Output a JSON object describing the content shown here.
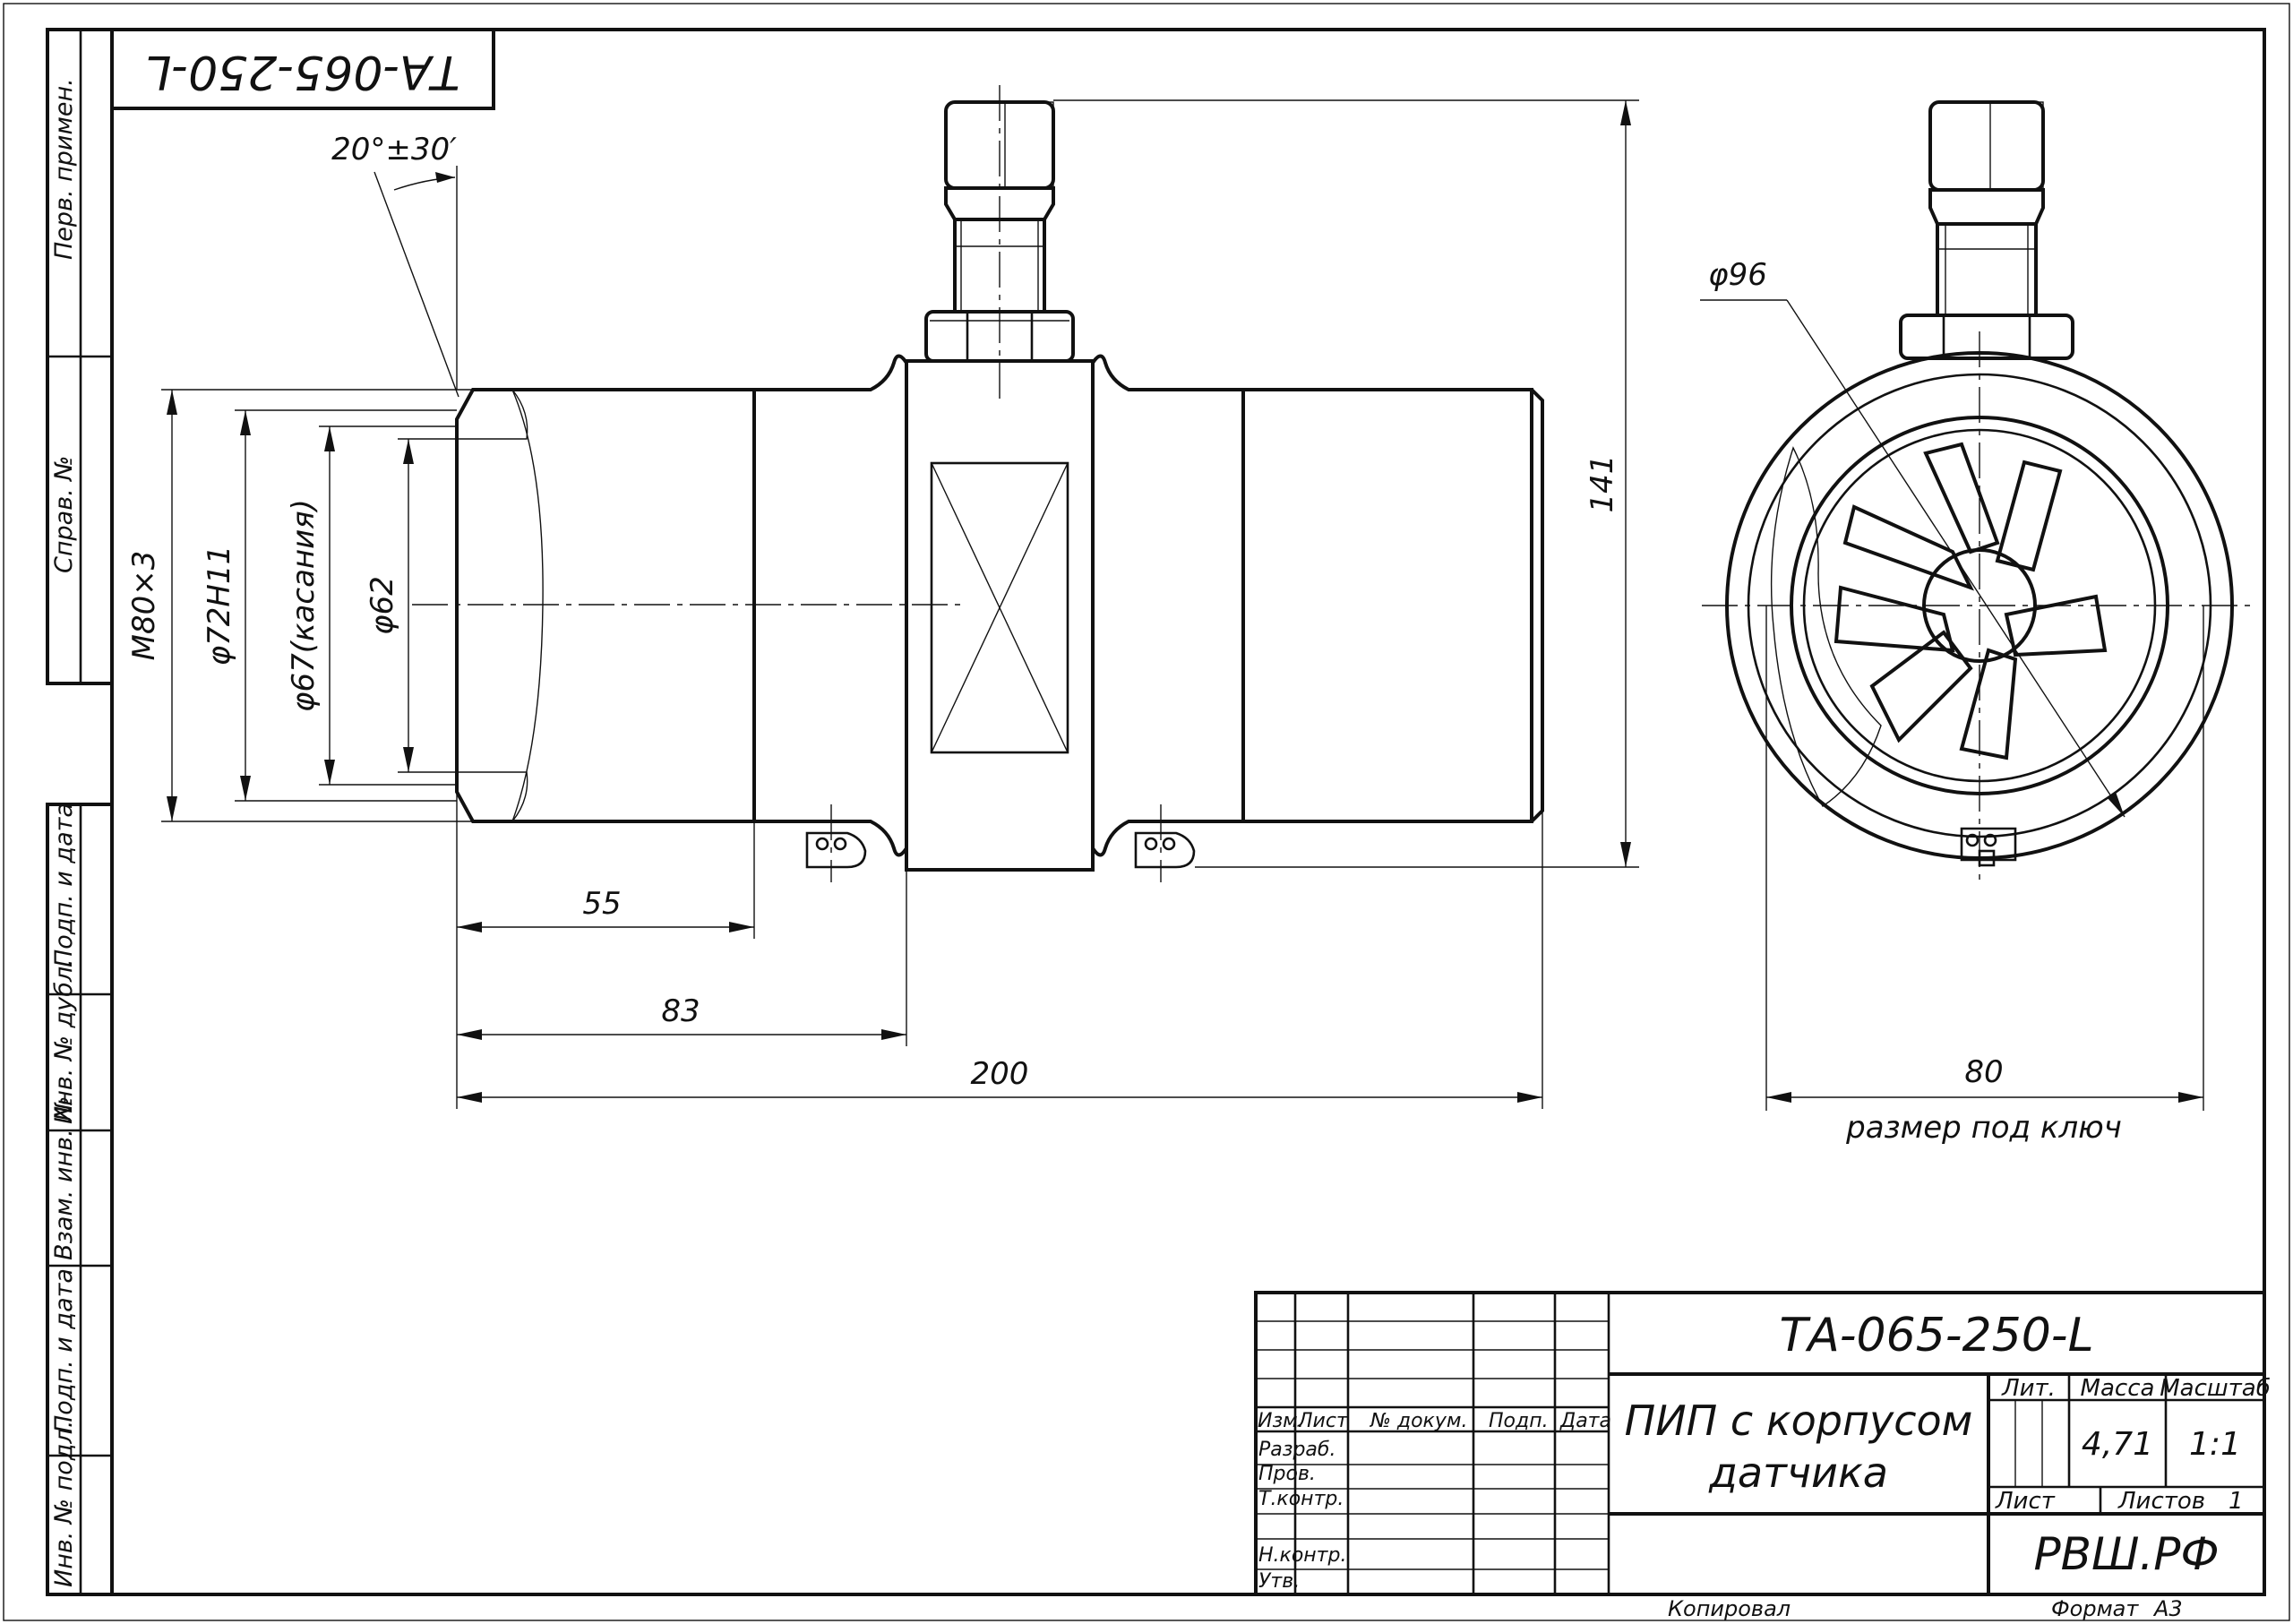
{
  "drawing": {
    "designation": "ТА-065-250-L",
    "rotated_designation": "ТА-065-250-L",
    "title_line1": "ПИП с корпусом",
    "title_line2": "датчика",
    "company": "РВШ.РФ",
    "mass": "4,71",
    "scale": "1:1",
    "sheets_count": "1",
    "copied_label": "Копировал",
    "format_label": "Формат",
    "format_value": "А3"
  },
  "title_block_headers": {
    "lit": "Лит.",
    "mass": "Масса",
    "scale": "Масштаб",
    "sheet": "Лист",
    "sheets": "Листов"
  },
  "revision_columns": [
    "Изм.",
    "Лист",
    "№ докум.",
    "Подп.",
    "Дата"
  ],
  "signature_rows": [
    "Разраб.",
    "Пров.",
    "Т.контр.",
    "",
    "Н.контр.",
    "Утв."
  ],
  "side_stamp": [
    "Перв. примен.",
    "Справ. №",
    "Подп. и дата",
    "Инв. № дубл.",
    "Взам. инв. №",
    "Подп. и дата",
    "Инв. № подл."
  ],
  "dimensions": {
    "angle": "20°±30′",
    "thread": "М80×3",
    "d72": "φ72H11",
    "d67": "φ67(касания)",
    "d62": "φ62",
    "height": "141",
    "len55": "55",
    "len83": "83",
    "len200": "200",
    "d96": "φ96",
    "wrench": "80",
    "wrench_note": "размер под ключ"
  }
}
